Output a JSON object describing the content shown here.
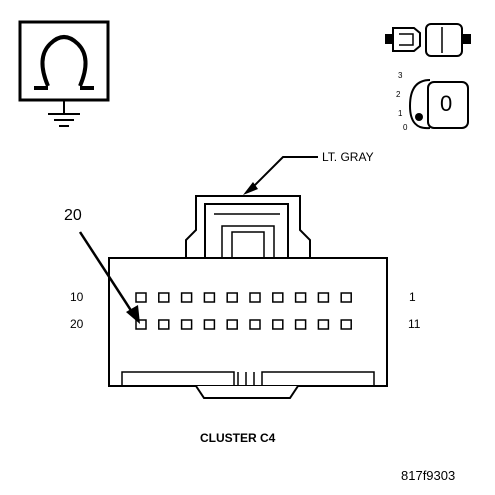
{
  "color_label": "LT. GRAY",
  "callout_pin": "20",
  "pin_labels": {
    "row1_left": "10",
    "row1_right": "1",
    "row2_left": "20",
    "row2_right": "11"
  },
  "key_positions": [
    "3",
    "2",
    "1",
    "0"
  ],
  "key_face": "0",
  "connector_title": "CLUSTER C4",
  "figure_id": "817f9303",
  "connector": {
    "rows": 2,
    "pins_per_row": 10
  },
  "icons": {
    "ground_symbol": "ground-omega-icon",
    "connector_key": "connector-key-icon",
    "ignition_switch": "ignition-key-switch-icon"
  }
}
